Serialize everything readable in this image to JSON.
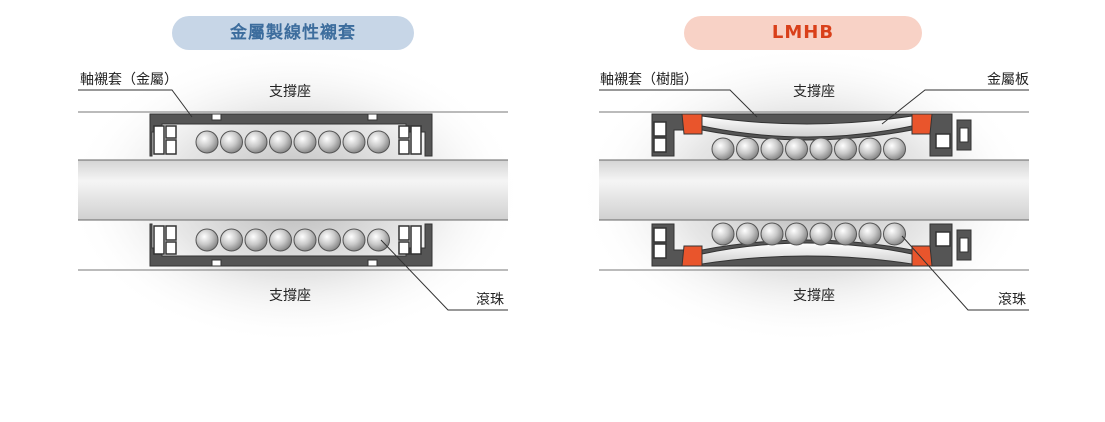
{
  "left": {
    "title": "金屬製線性襯套",
    "label_sleeve": "軸襯套（金屬）",
    "label_housing_top": "支撐座",
    "label_housing_bottom": "支撐座",
    "label_ball": "滾珠"
  },
  "right": {
    "title": "LMHB",
    "label_sleeve": "軸襯套（樹脂）",
    "label_plate": "金屬板",
    "label_housing_top": "支撐座",
    "label_housing_bottom": "支撐座",
    "label_ball": "滾珠"
  },
  "colors": {
    "metal_bushing_title": "#3d6d9d",
    "lmhb_title": "#d9401a",
    "resin_orange": "#e9552c",
    "sleeve_gray": "#555555"
  }
}
